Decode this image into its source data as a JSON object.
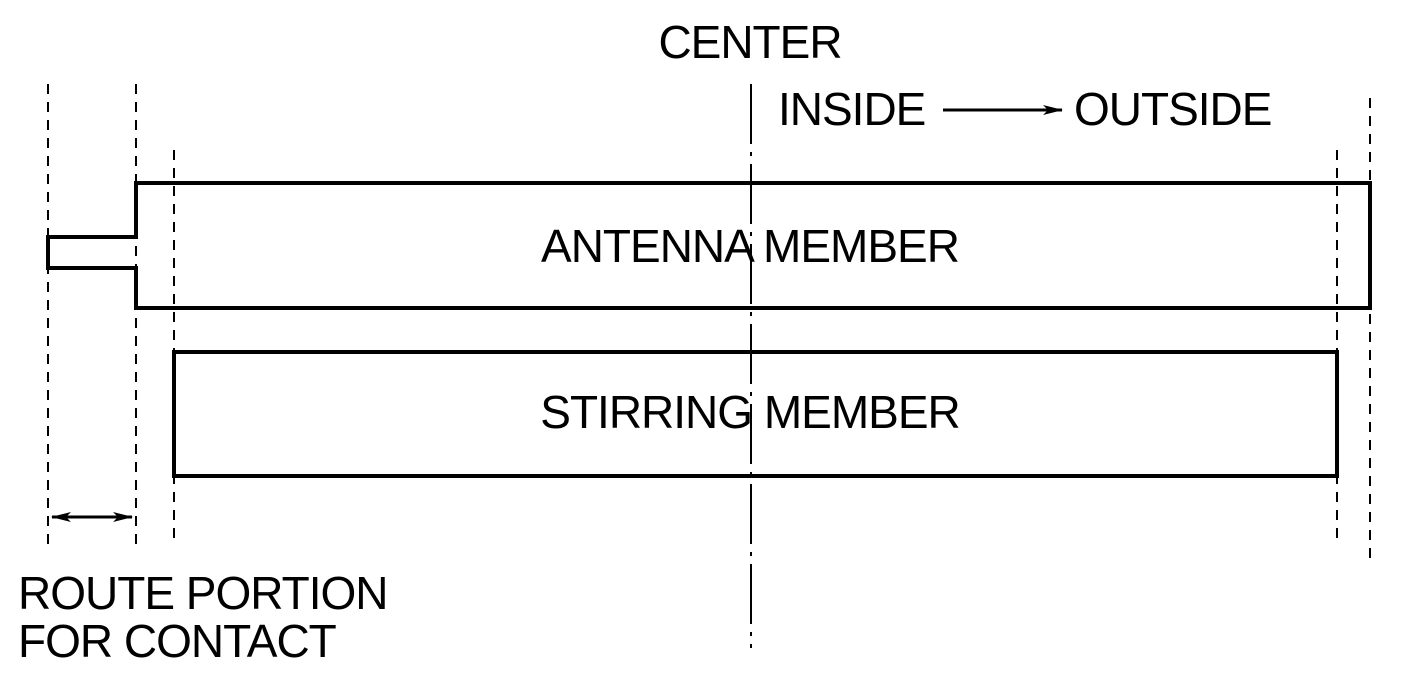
{
  "labels": {
    "center": "CENTER",
    "inside": "INSIDE",
    "outside": "OUTSIDE",
    "antenna_member": "ANTENNA MEMBER",
    "stirring_member": "STIRRING MEMBER",
    "route_portion_line1": "ROUTE PORTION",
    "route_portion_line2": "FOR CONTACT"
  },
  "colors": {
    "stroke": "#000000",
    "background": "#ffffff"
  }
}
